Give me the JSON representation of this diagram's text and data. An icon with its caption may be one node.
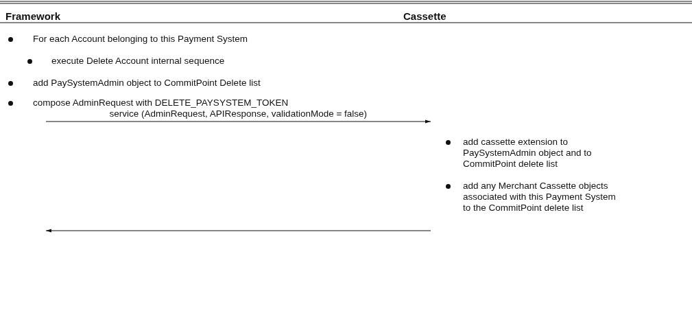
{
  "diagram": {
    "nodes": [
      {
        "text": [
          "compose AdminRequest with DELETE_PAYSYSTEM_TOKEN"
        ]
      },
      {
        "text": [
          "add cassette extension to PaySystemAdmin object and to CommitPoint delete list"
        ]
      },
      {
        "text": [
          "add any Merchant Cassette objects associated with this Payment System to the CommitPoint delete list"
        ]
      }
    ],
    "edges": [
      {
        "from": 0,
        "to": 1,
        "arrow": "to",
        "label": "service (AdminRequest, APIResponse, validationMode = false)"
      },
      {
        "from": 2,
        "to": null,
        "arrow": "to"
      }
    ],
    "labels": [
      "Framework",
      "Cassette",
      "For each Account belonging to this Payment System",
      "execute Delete Account internal sequence",
      "add PaySystemAdmin object to CommitPoint Delete list"
    ]
  }
}
